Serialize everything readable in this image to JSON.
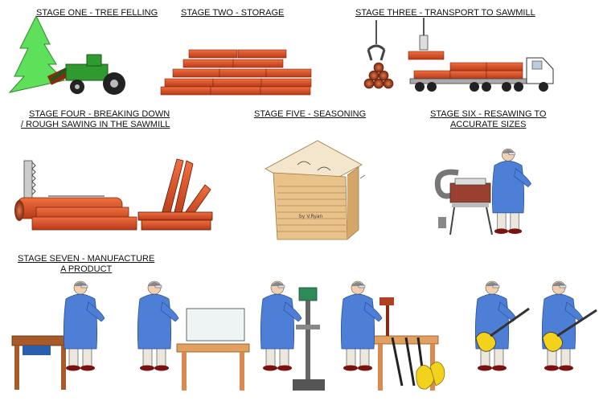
{
  "stages": [
    {
      "id": "one",
      "title_lines": [
        "STAGE ONE - TREE FELLING"
      ]
    },
    {
      "id": "two",
      "title_lines": [
        "STAGE TWO - STORAGE"
      ]
    },
    {
      "id": "three",
      "title_lines": [
        "STAGE THREE - TRANSPORT TO SAWMILL"
      ]
    },
    {
      "id": "four",
      "title_lines": [
        "STAGE FOUR - BREAKING DOWN",
        "/  ROUGH SAWING IN THE  SAWMILL"
      ]
    },
    {
      "id": "five",
      "title_lines": [
        "STAGE FIVE - SEASONING"
      ]
    },
    {
      "id": "six",
      "title_lines": [
        "STAGE SIX - RESAWING TO",
        "ACCURATE SIZES"
      ]
    },
    {
      "id": "seven",
      "title_lines": [
        "STAGE SEVEN - MANUFACTURE",
        "A PRODUCT"
      ]
    }
  ],
  "credit": "by V.Ryan",
  "colors": {
    "wood": "#d9542b",
    "wood_dark": "#8a2a10",
    "tree": "#5fe05a",
    "tractor": "#2f9a2f",
    "coat": "#4d7fd6",
    "trousers": "#ece7dc",
    "shed": "#e9c28a",
    "bench": "#d98a50"
  }
}
